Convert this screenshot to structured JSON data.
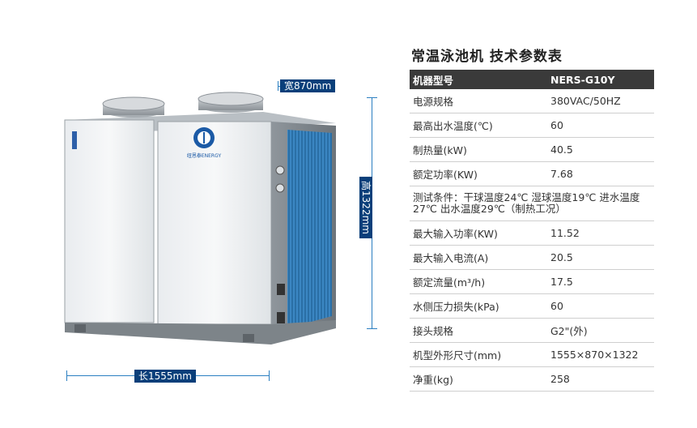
{
  "product": {
    "brand_text": "纽恩泰ENERGY",
    "width_label": "宽870mm",
    "height_label": "高1322mm",
    "length_label": "长1555mm"
  },
  "spec": {
    "title": "常温泳池机 技术参数表",
    "header": {
      "label": "机器型号",
      "value": "NERS-G10Y"
    },
    "rows": [
      {
        "label": "电源规格",
        "value": "380VAC/50HZ"
      },
      {
        "label": "最高出水温度(℃)",
        "value": "60"
      },
      {
        "label": "制热量(kW)",
        "value": "40.5"
      },
      {
        "label": "额定功率(KW)",
        "value": "7.68"
      },
      {
        "condition": "测试条件：干球温度24℃ 湿球温度19℃ 进水温度27℃ 出水温度29℃（制热工况）"
      },
      {
        "label": "最大输入功率(KW)",
        "value": "11.52"
      },
      {
        "label": "最大输入电流(A)",
        "value": "20.5"
      },
      {
        "label": "额定流量(m³/h)",
        "value": "17.5"
      },
      {
        "label": "水侧压力损失(kPa)",
        "value": "60"
      },
      {
        "label": "接头规格",
        "value": "G2\"(外)"
      },
      {
        "label": "机型外形尺寸(mm)",
        "value": "1555×870×1322"
      },
      {
        "label": "净重(kg)",
        "value": "258"
      }
    ]
  },
  "colors": {
    "accent": "#0a3f7a",
    "header_bg": "#3a3a3a",
    "fin": "#2a6fa6"
  }
}
